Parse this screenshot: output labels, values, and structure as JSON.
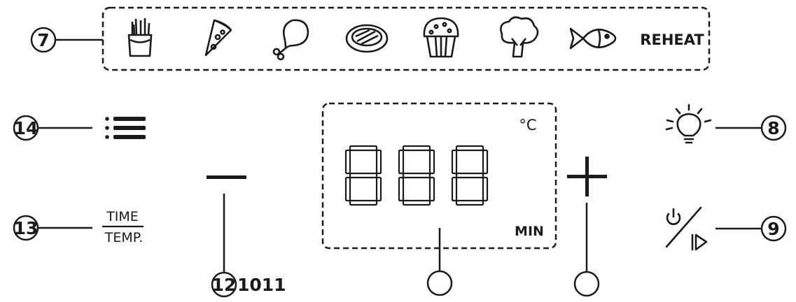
{
  "presets": {
    "items": [
      {
        "name": "fries-icon"
      },
      {
        "name": "pizza-icon"
      },
      {
        "name": "chicken-leg-icon"
      },
      {
        "name": "steak-icon"
      },
      {
        "name": "muffin-icon"
      },
      {
        "name": "broccoli-icon"
      },
      {
        "name": "fish-icon"
      }
    ],
    "reheat_label": "REHEAT"
  },
  "display": {
    "digits": "888",
    "unit_temp": "°C",
    "unit_time": "MIN"
  },
  "buttons": {
    "minus_label": "—",
    "plus_label": "+",
    "time_temp_top": "TIME",
    "time_temp_bottom": "TEMP."
  },
  "callouts": {
    "c7": "7",
    "c8": "8",
    "c9": "9",
    "c12": "12",
    "c10_11": "1011",
    "c13": "13",
    "c14": "14"
  },
  "colors": {
    "ink": "#1a1a1a",
    "background": "#ffffff"
  }
}
